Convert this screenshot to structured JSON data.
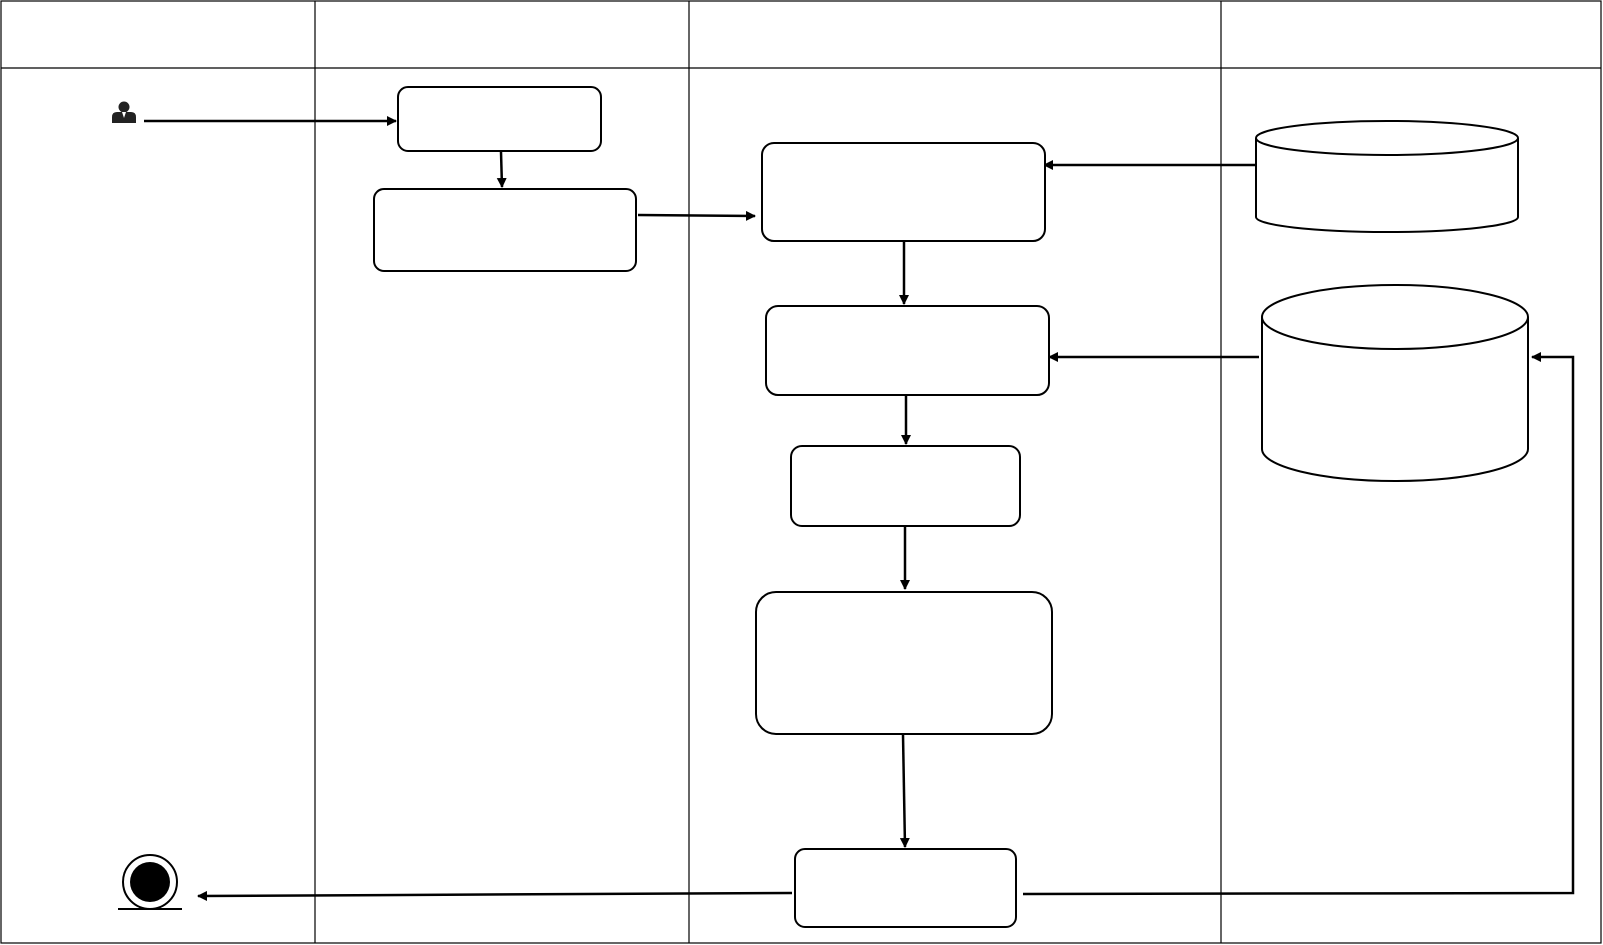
{
  "diagram": {
    "type": "swimlane-activity",
    "colors": {
      "stroke": "#000000",
      "fill": "#ffffff",
      "final": "#000000"
    },
    "lanes": [
      {
        "id": "lane-1",
        "title": ""
      },
      {
        "id": "lane-2",
        "title": ""
      },
      {
        "id": "lane-3",
        "title": ""
      },
      {
        "id": "lane-4",
        "title": ""
      }
    ],
    "nodes": [
      {
        "id": "actor",
        "kind": "actor",
        "icon": "user-icon"
      },
      {
        "id": "p1",
        "kind": "process",
        "label": ""
      },
      {
        "id": "p2",
        "kind": "process",
        "label": ""
      },
      {
        "id": "p3",
        "kind": "process",
        "label": ""
      },
      {
        "id": "p4",
        "kind": "process",
        "label": ""
      },
      {
        "id": "p5",
        "kind": "process",
        "label": ""
      },
      {
        "id": "p6",
        "kind": "process",
        "label": ""
      },
      {
        "id": "p7",
        "kind": "process",
        "label": ""
      },
      {
        "id": "db1",
        "kind": "database",
        "label": ""
      },
      {
        "id": "db2",
        "kind": "database",
        "label": ""
      },
      {
        "id": "end",
        "kind": "final",
        "icon": "final-node-icon"
      }
    ],
    "edges": [
      {
        "id": "e1",
        "from": "actor",
        "to": "p1"
      },
      {
        "id": "e2",
        "from": "p1",
        "to": "p2"
      },
      {
        "id": "e3",
        "from": "p2",
        "to": "p3"
      },
      {
        "id": "e4",
        "from": "db1",
        "to": "p3"
      },
      {
        "id": "e5",
        "from": "p3",
        "to": "p4"
      },
      {
        "id": "e6",
        "from": "db2",
        "to": "p4"
      },
      {
        "id": "e7",
        "from": "p4",
        "to": "p5"
      },
      {
        "id": "e8",
        "from": "p5",
        "to": "p6"
      },
      {
        "id": "e9",
        "from": "p6",
        "to": "p7"
      },
      {
        "id": "e10",
        "from": "p7",
        "to": "end"
      },
      {
        "id": "e11",
        "from": "p7",
        "to": "db2"
      }
    ]
  }
}
